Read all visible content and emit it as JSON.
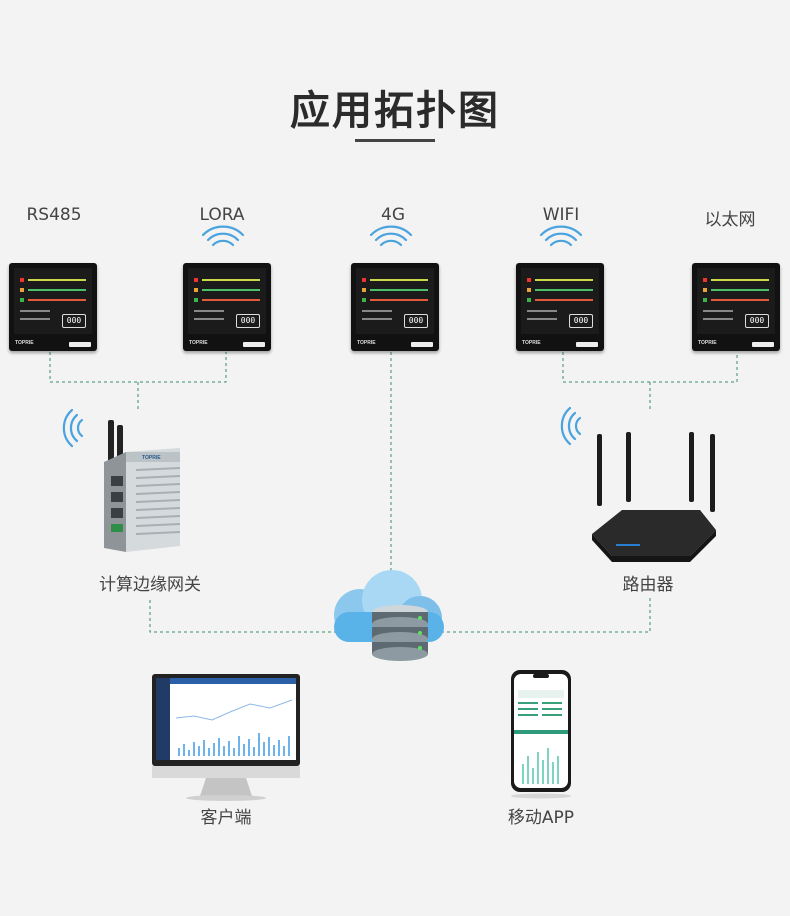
{
  "title": "应用拓扑图",
  "protocols": [
    "RS485",
    "LORA",
    "4G",
    "WIFI",
    "以太网"
  ],
  "meter_display": "000",
  "meter_brand": "TOPRIE",
  "nodes": {
    "gateway": "计算边缘网关",
    "router": "路由器",
    "client": "客户端",
    "mobile": "移动APP"
  },
  "colors": {
    "dashed_line": "#3a8f6a",
    "wifi": "#4aa3df",
    "cloud": "#5ab3e8"
  }
}
